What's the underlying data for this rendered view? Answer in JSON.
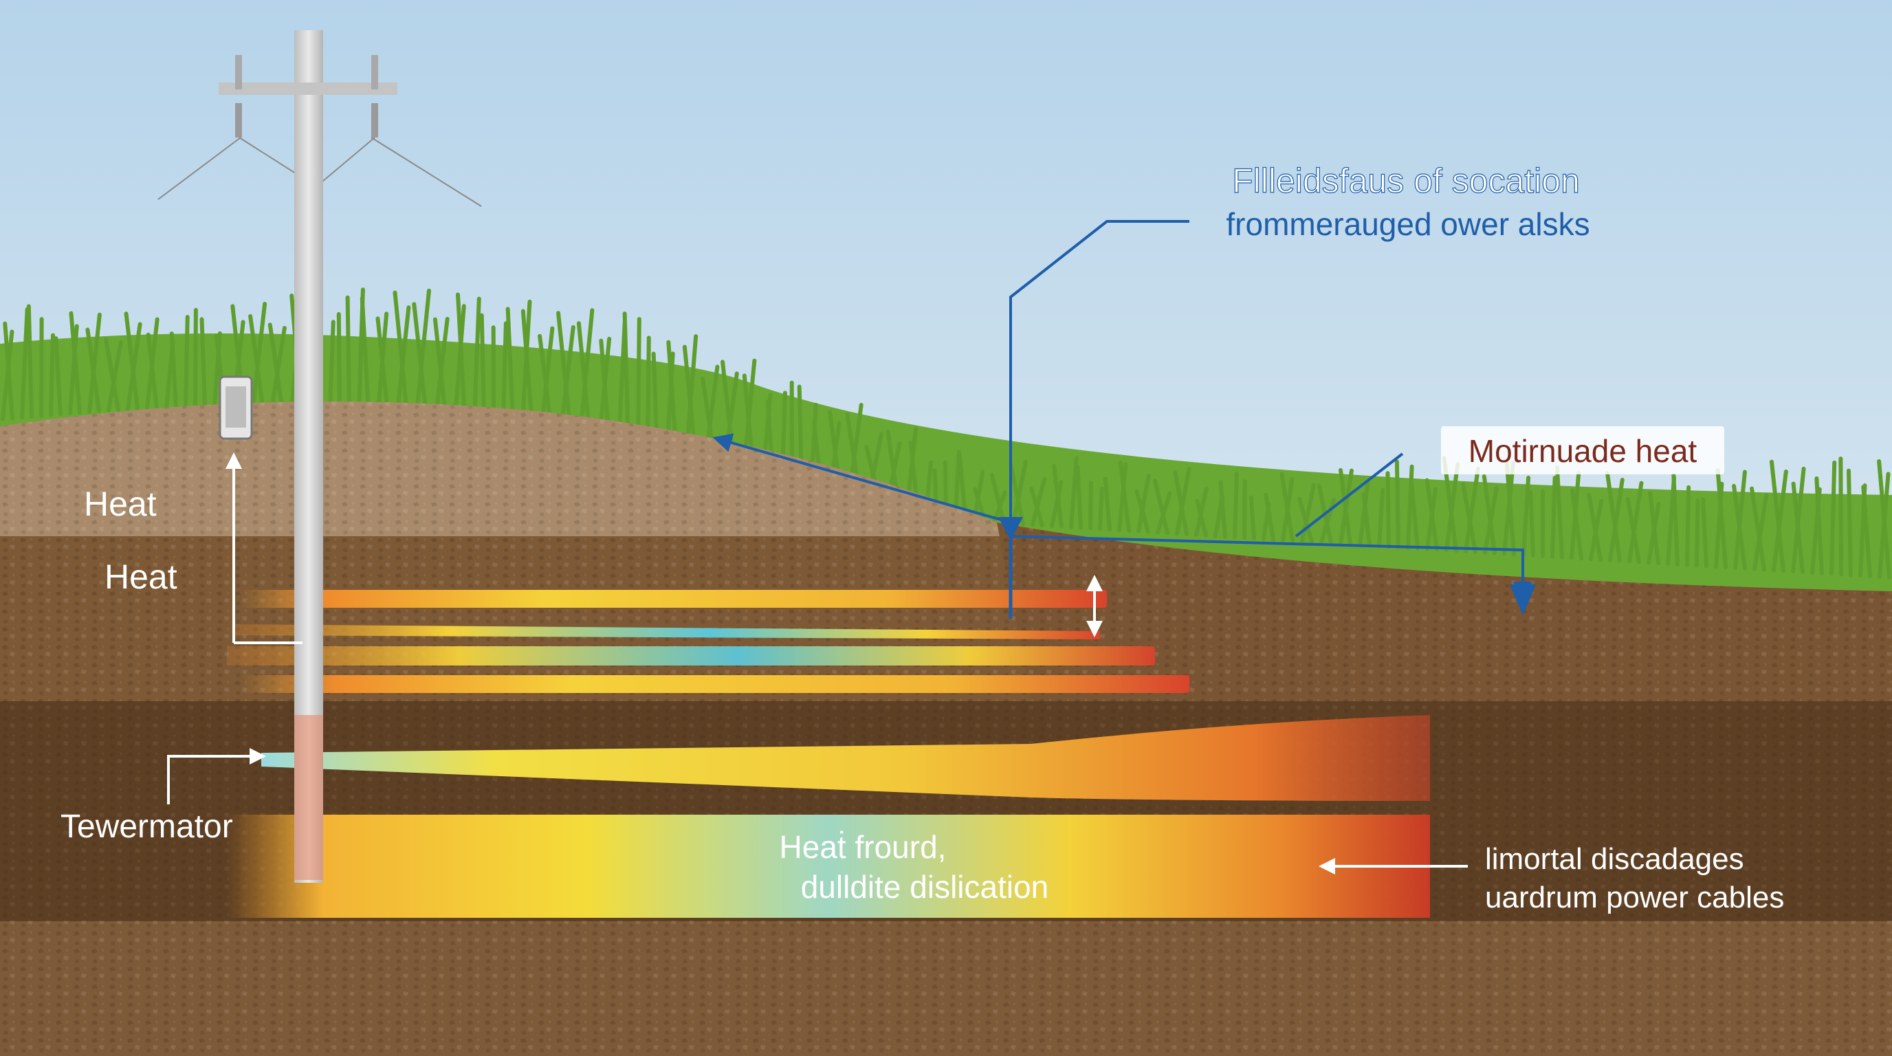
{
  "colors": {
    "sky_top": "#b5d3ea",
    "sky_bottom": "#eef3f2",
    "grass": "#5f9d2e",
    "soil_light": "#a78c6d",
    "soil_mid": "#7e5a37",
    "soil_dark": "#5b3c22",
    "callout_blue": "#1f5ea8",
    "label_red": "#7a2a1e",
    "label_white": "#ffffff"
  },
  "labels": {
    "top_callout_line1": "Fllleidsfaus of socation",
    "top_callout_line2": "frommerauged ower alsks",
    "right_callout": "Motirnuade heat",
    "heat_1": "Heat",
    "heat_2": "Heat",
    "tewermator": "Tewermator",
    "center_line1": "Heaṫ frourd,",
    "center_line2": "dulldite dislication",
    "bottom_right_line1": "limortal discadages",
    "bottom_right_line2": "uardrum power cables"
  },
  "icons": {
    "utility_pole": "utility-pole-icon",
    "meter": "meter-box-icon"
  }
}
